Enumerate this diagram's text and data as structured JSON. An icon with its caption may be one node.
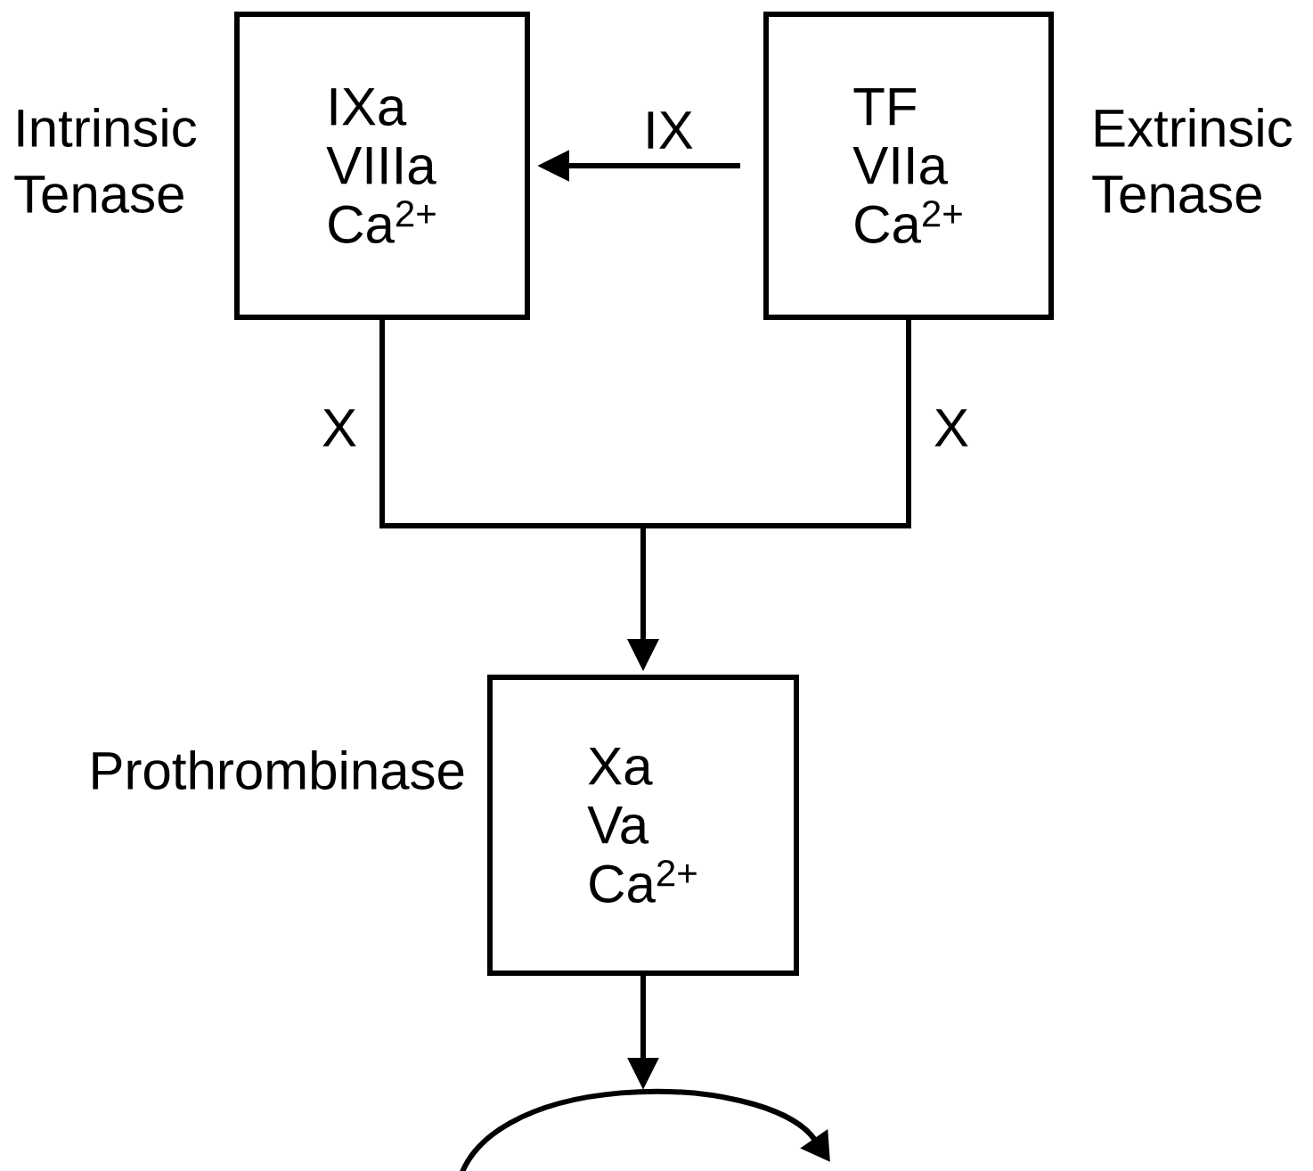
{
  "diagram": {
    "nodes": [
      {
        "text": [
          "IXa",
          "VIIIa",
          "Ca$^{2+}$"
        ],
        "beside": [
          "Intrinsic Tenase"
        ]
      },
      {
        "text": [
          "TF",
          "VIIa",
          "Ca$^{2+}$"
        ],
        "beside": [
          "Extrinsic Tenase"
        ]
      },
      {
        "text": [
          "Xa",
          "Va",
          "Ca$^{2+}$"
        ],
        "beside": [
          "Prothrombinase"
        ]
      }
    ],
    "edges": [
      {
        "from": 1,
        "to": 0,
        "arrow": "to",
        "label": "IX"
      },
      {
        "from": 0,
        "to": 2,
        "arrow": "to",
        "label": "X"
      },
      {
        "from": 1,
        "to": 2,
        "arrow": "to",
        "label": "X"
      },
      {
        "from": 2,
        "to": null,
        "arrow": "to"
      }
    ]
  }
}
